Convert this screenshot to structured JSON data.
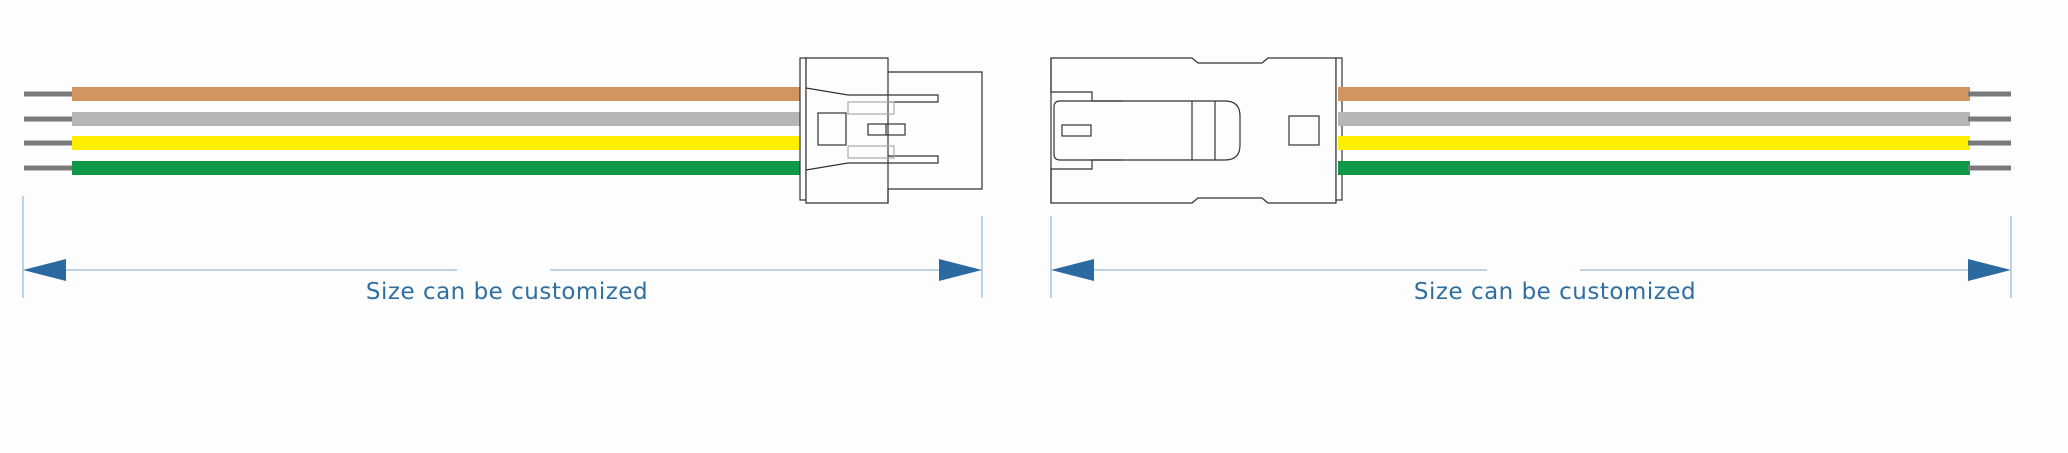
{
  "wire_colors": {
    "orange": "#d29460",
    "gray": "#b6b6b6",
    "yellow": "#ffee00",
    "green": "#0c9a4a",
    "pin": "#7a7a7a"
  },
  "dimension_color": "#2a6aa0",
  "left_assembly": {
    "connector": "male-housing",
    "dimension_label": "Size can be customized"
  },
  "right_assembly": {
    "connector": "female-housing",
    "dimension_label": "Size can be customized"
  }
}
